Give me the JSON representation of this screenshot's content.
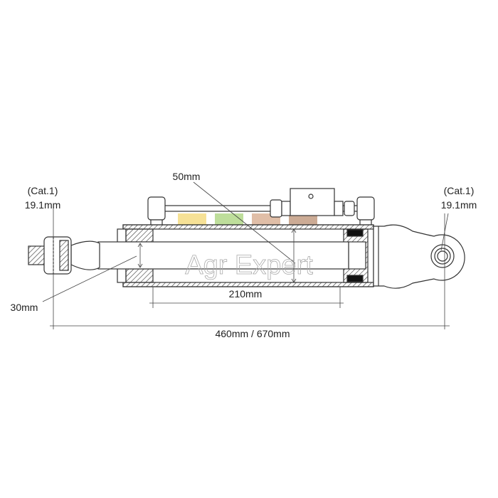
{
  "labels": {
    "left_cat": "(Cat.1)",
    "left_pin": "19.1mm",
    "right_cat": "(Cat.1)",
    "right_pin": "19.1mm",
    "bore": "50mm",
    "rod": "30mm",
    "stroke": "210mm",
    "length": "460mm / 670mm"
  },
  "watermark": {
    "text": "Agr Expert",
    "tile_colors": [
      "#f3d873",
      "#a9d37a",
      "#d6a98a",
      "#bb8f72"
    ]
  },
  "colors": {
    "line": "#333333",
    "seal": "#111111"
  }
}
